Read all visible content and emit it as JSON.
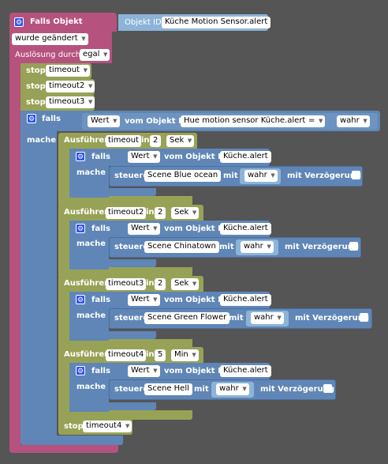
{
  "trigger": {
    "title": "Falls Objekt",
    "object_id_label": "Objekt ID",
    "object_id_value": "Küche Motion Sensor.alert",
    "event": "wurde geändert",
    "trigger_by_label": "Auslösung durch",
    "trigger_by_value": "egal"
  },
  "stops": [
    {
      "label": "stop",
      "timer": "timeout"
    },
    {
      "label": "stop",
      "timer": "timeout2"
    },
    {
      "label": "stop",
      "timer": "timeout3"
    }
  ],
  "main_if": {
    "if_label": "falls",
    "do_label": "mache",
    "value_dd": "Wert",
    "from_object_label": "vom Objekt ID",
    "object_id": "Hue motion sensor Küche.alert",
    "operator": "=",
    "compare_value": "wahr"
  },
  "timeouts": [
    {
      "exec_label": "Ausführen",
      "name": "timeout",
      "in_label": "in",
      "delay": "2",
      "unit": "Sek",
      "if_label": "falls",
      "do_label": "mache",
      "value_dd": "Wert",
      "from_object_label": "vom Objekt ID",
      "object_id": "Küche.alert",
      "control_label": "steuere",
      "target": "Scene Blue ocean",
      "with_label": "mit",
      "set_value": "wahr",
      "delay_label": "mit Verzögerung"
    },
    {
      "exec_label": "Ausführen",
      "name": "timeout2",
      "in_label": "in",
      "delay": "2",
      "unit": "Sek",
      "if_label": "falls",
      "do_label": "mache",
      "value_dd": "Wert",
      "from_object_label": "vom Objekt ID",
      "object_id": "Küche.alert",
      "control_label": "steuere",
      "target": "Scene Chinatown",
      "with_label": "mit",
      "set_value": "wahr",
      "delay_label": "mit Verzögerung"
    },
    {
      "exec_label": "Ausführen",
      "name": "timeout3",
      "in_label": "in",
      "delay": "2",
      "unit": "Sek",
      "if_label": "falls",
      "do_label": "mache",
      "value_dd": "Wert",
      "from_object_label": "vom Objekt ID",
      "object_id": "Küche.alert",
      "control_label": "steuere",
      "target": "Scene Green Flower",
      "with_label": "mit",
      "set_value": "wahr",
      "delay_label": "mit Verzögerung"
    },
    {
      "exec_label": "Ausführen",
      "name": "timeout4",
      "in_label": "in",
      "delay": "5",
      "unit": "Min",
      "if_label": "falls",
      "do_label": "mache",
      "value_dd": "Wert",
      "from_object_label": "vom Objekt ID",
      "object_id": "Küche.alert",
      "control_label": "steuere",
      "target": "Scene Hell",
      "with_label": "mit",
      "set_value": "wahr",
      "delay_label": "mit Verzögerung"
    }
  ],
  "final_stop": {
    "label": "stop",
    "timer": "timeout4"
  },
  "colors": {
    "event_block": "#b6527e",
    "timer_block": "#98a256",
    "logic_block": "#5f86b6",
    "value_block": "#8db4d8",
    "workspace": "#555555"
  }
}
